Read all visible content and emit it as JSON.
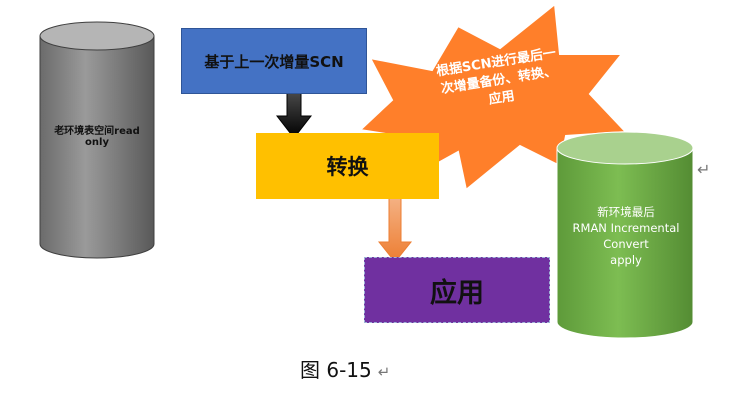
{
  "old_environment": {
    "label": "老环境表空间read only",
    "fill": "#7f7f7f"
  },
  "scn_box": {
    "label": "基于上一次增量SCN",
    "fill": "#4472c4"
  },
  "convert_box": {
    "label": "转换",
    "fill": "#ffc000"
  },
  "apply_box": {
    "label": "应用",
    "fill": "#7030a0"
  },
  "starburst": {
    "lines": [
      "根据SCN进行最后一",
      "次增量备份、转换、",
      "应用"
    ],
    "fill": "#ff7f2a"
  },
  "new_environment": {
    "lines": [
      "新环境最后",
      "RMAN  Incremental",
      "Convert",
      "apply"
    ],
    "fill": "#70ad47"
  },
  "caption": {
    "text": "图 6-15",
    "return_mark": "↵"
  },
  "return_mark": "↵",
  "colors": {
    "arrow_black": "#000000",
    "arrow_orange": "#ed7d31"
  }
}
